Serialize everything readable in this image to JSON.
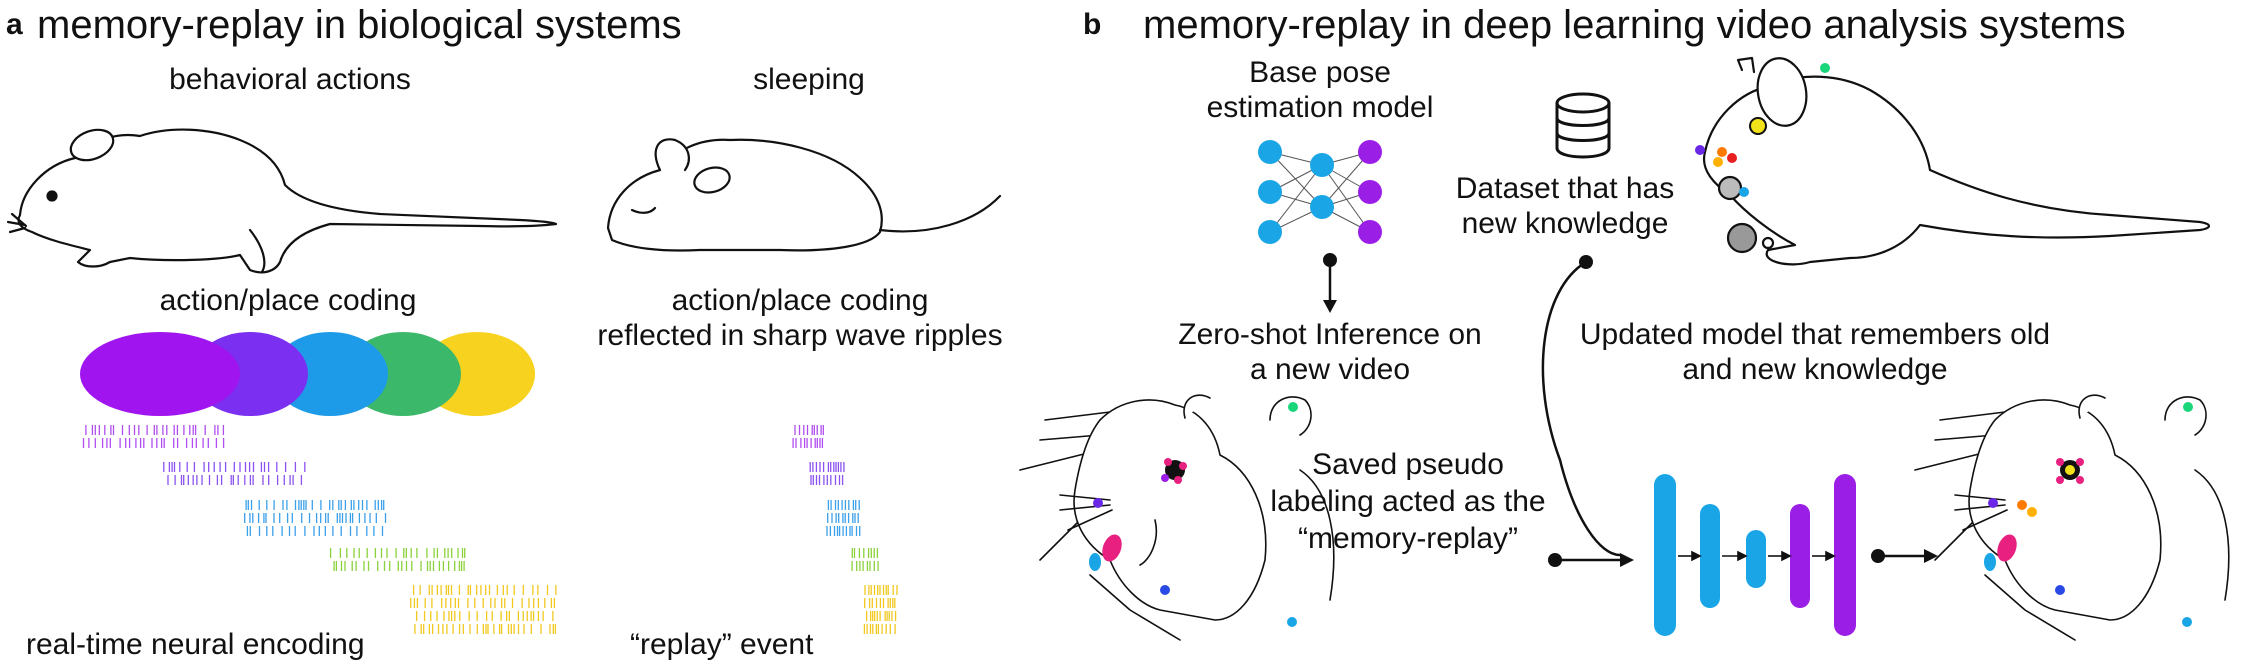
{
  "panel_a": {
    "letter": "a",
    "title": "memory-replay in biological systems",
    "behavioral_label": "behavioral actions",
    "sleeping_label": "sleeping",
    "coding_label": "action/place coding",
    "coding_sleep_line1": "action/place coding",
    "coding_sleep_line2": "reflected in sharp wave ripples",
    "encoding_label": "real-time neural encoding",
    "replay_label": "“replay” event",
    "colors": [
      "#a014f0",
      "#7b2ff0",
      "#1e9be8",
      "#3cb86a",
      "#f7d21e"
    ],
    "raster_colors": [
      "#b04ef0",
      "#8a52f0",
      "#3aa0ea",
      "#8ad23a",
      "#f2c81e"
    ]
  },
  "panel_b": {
    "letter": "b",
    "title": "memory-replay in deep learning video analysis systems",
    "base_model_line1": "Base pose",
    "base_model_line2": "estimation model",
    "dataset_line1": "Dataset that has",
    "dataset_line2": "new knowledge",
    "zero_shot_line1": "Zero-shot Inference on",
    "zero_shot_line2": "a new video",
    "updated_line1": "Updated model that remembers old",
    "updated_line2": "and new knowledge",
    "pseudo_line1": "Saved pseudo",
    "pseudo_line2": "labeling acted as the",
    "pseudo_line3": "“memory-replay”",
    "net_colors": {
      "input": "#1aa6e6",
      "output": "#9b1ee6"
    }
  }
}
